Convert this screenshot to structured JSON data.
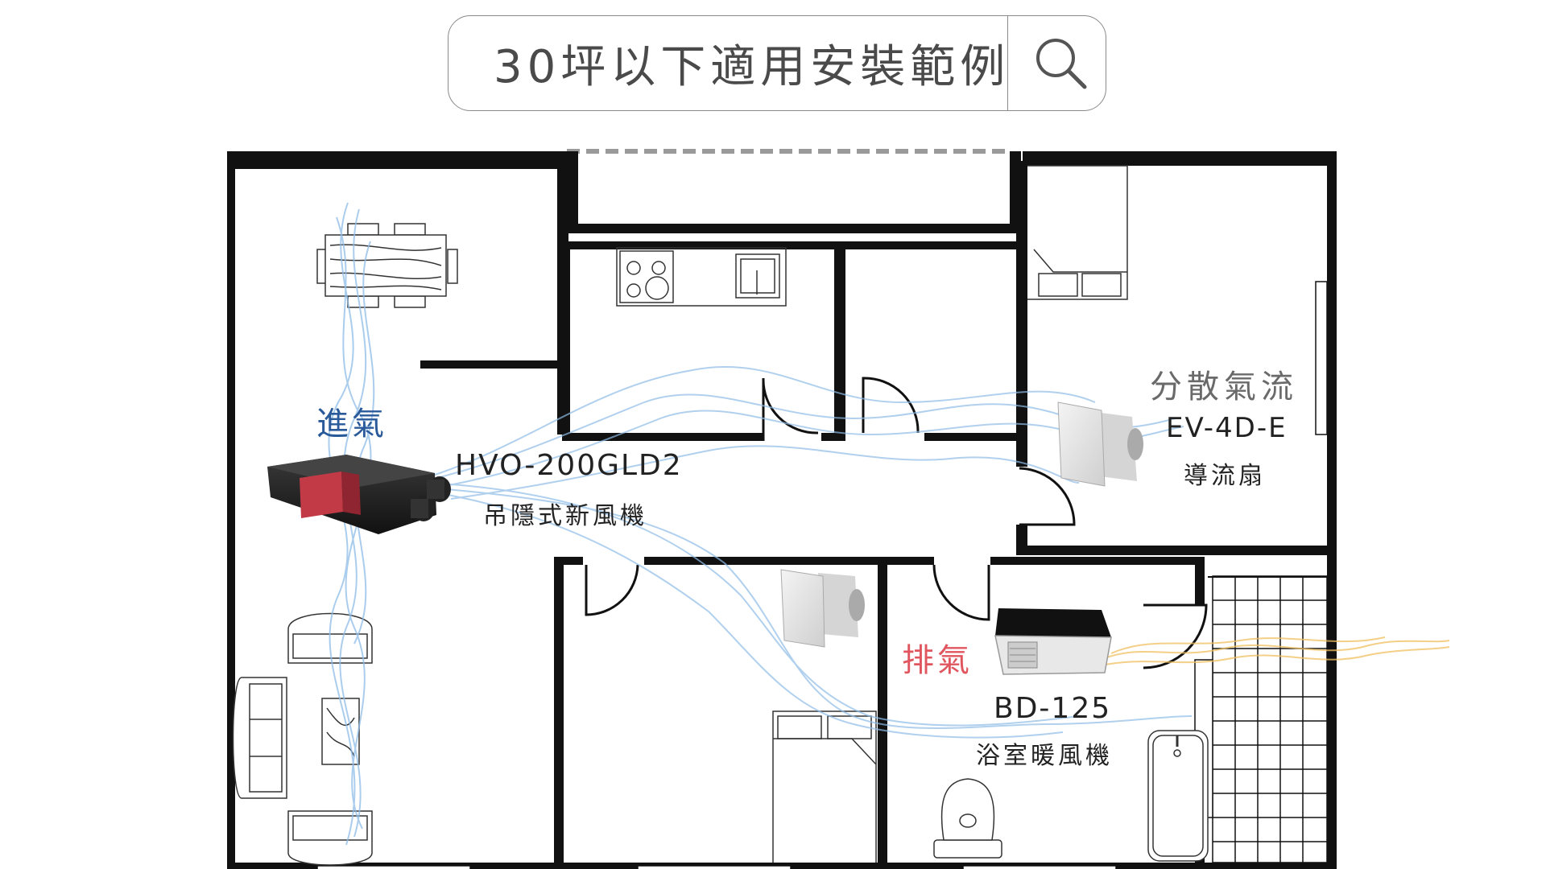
{
  "search": {
    "text": "30坪以下適用安裝範例"
  },
  "labels": {
    "intake": "進氣",
    "exhaust": "排氣",
    "distribute": "分散氣流"
  },
  "devices": {
    "hvo": {
      "model": "HVO-200GLD2",
      "name": "吊隱式新風機"
    },
    "ev": {
      "model": "EV-4D-E",
      "name": "導流扇"
    },
    "bd": {
      "model": "BD-125",
      "name": "浴室暖風機"
    }
  },
  "colors": {
    "intake": "#2a5a9a",
    "exhaust": "#e0565f",
    "airflow_blue": "#8fbde8",
    "airflow_warm": "#f0c060",
    "hvo_accent": "#c23a46"
  }
}
